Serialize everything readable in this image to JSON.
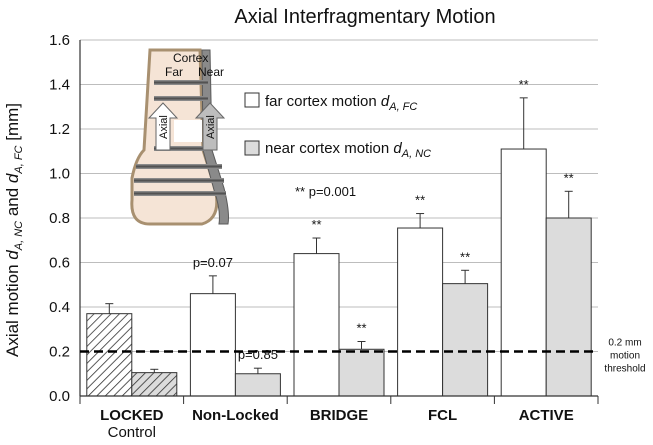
{
  "chart_data": {
    "type": "bar",
    "title": "Axial Interfragmentary Motion",
    "ylabel_parts": {
      "main": "Axial motion ",
      "d1": "d",
      "sub1": "A, NC",
      "and": " and ",
      "d2": "d",
      "sub2": "A, FC",
      "unit": " [mm]"
    },
    "ylim": [
      0,
      1.6
    ],
    "yticks": [
      "0.0",
      "0.2",
      "0.4",
      "0.6",
      "0.8",
      "1.0",
      "1.2",
      "1.4",
      "1.6"
    ],
    "grid": true,
    "categories": [
      {
        "label": "LOCKED",
        "sublabel": "Control"
      },
      {
        "label": "Non-Locked",
        "sublabel": ""
      },
      {
        "label": "BRIDGE",
        "sublabel": ""
      },
      {
        "label": "FCL",
        "sublabel": ""
      },
      {
        "label": "ACTIVE",
        "sublabel": ""
      }
    ],
    "series": [
      {
        "name": "far cortex motion",
        "symbol": "d",
        "subscript": "A, FC",
        "values": [
          0.37,
          0.46,
          0.64,
          0.755,
          1.11
        ],
        "errors": [
          0.045,
          0.08,
          0.07,
          0.065,
          0.23
        ],
        "annotations": [
          "",
          "p=0.07",
          "**",
          "**",
          "**"
        ]
      },
      {
        "name": "near cortex motion",
        "symbol": "d",
        "subscript": "A, NC",
        "values": [
          0.105,
          0.1,
          0.21,
          0.505,
          0.8
        ],
        "errors": [
          0.015,
          0.025,
          0.035,
          0.06,
          0.12
        ],
        "annotations": [
          "",
          "p=0.85",
          "**",
          "**",
          "**"
        ]
      }
    ],
    "threshold": {
      "value": 0.2,
      "label_lines": [
        "0.2 mm",
        "motion",
        "threshold"
      ]
    },
    "significance_note": "** p=0.001",
    "legend_position": "top-center",
    "inset": {
      "labels": {
        "cortex": "Cortex",
        "far": "Far",
        "near": "Near",
        "axial_left": "Axial",
        "axial_right": "Axial"
      }
    },
    "colors": {
      "far_fill": "#ffffff",
      "near_fill": "#dcdcdc",
      "locked_hatch": "#333333",
      "bone": "#f5e4d6",
      "bone_edge": "#a89070",
      "plate": "#8a8a8a",
      "grid": "#bdbdbd"
    }
  }
}
